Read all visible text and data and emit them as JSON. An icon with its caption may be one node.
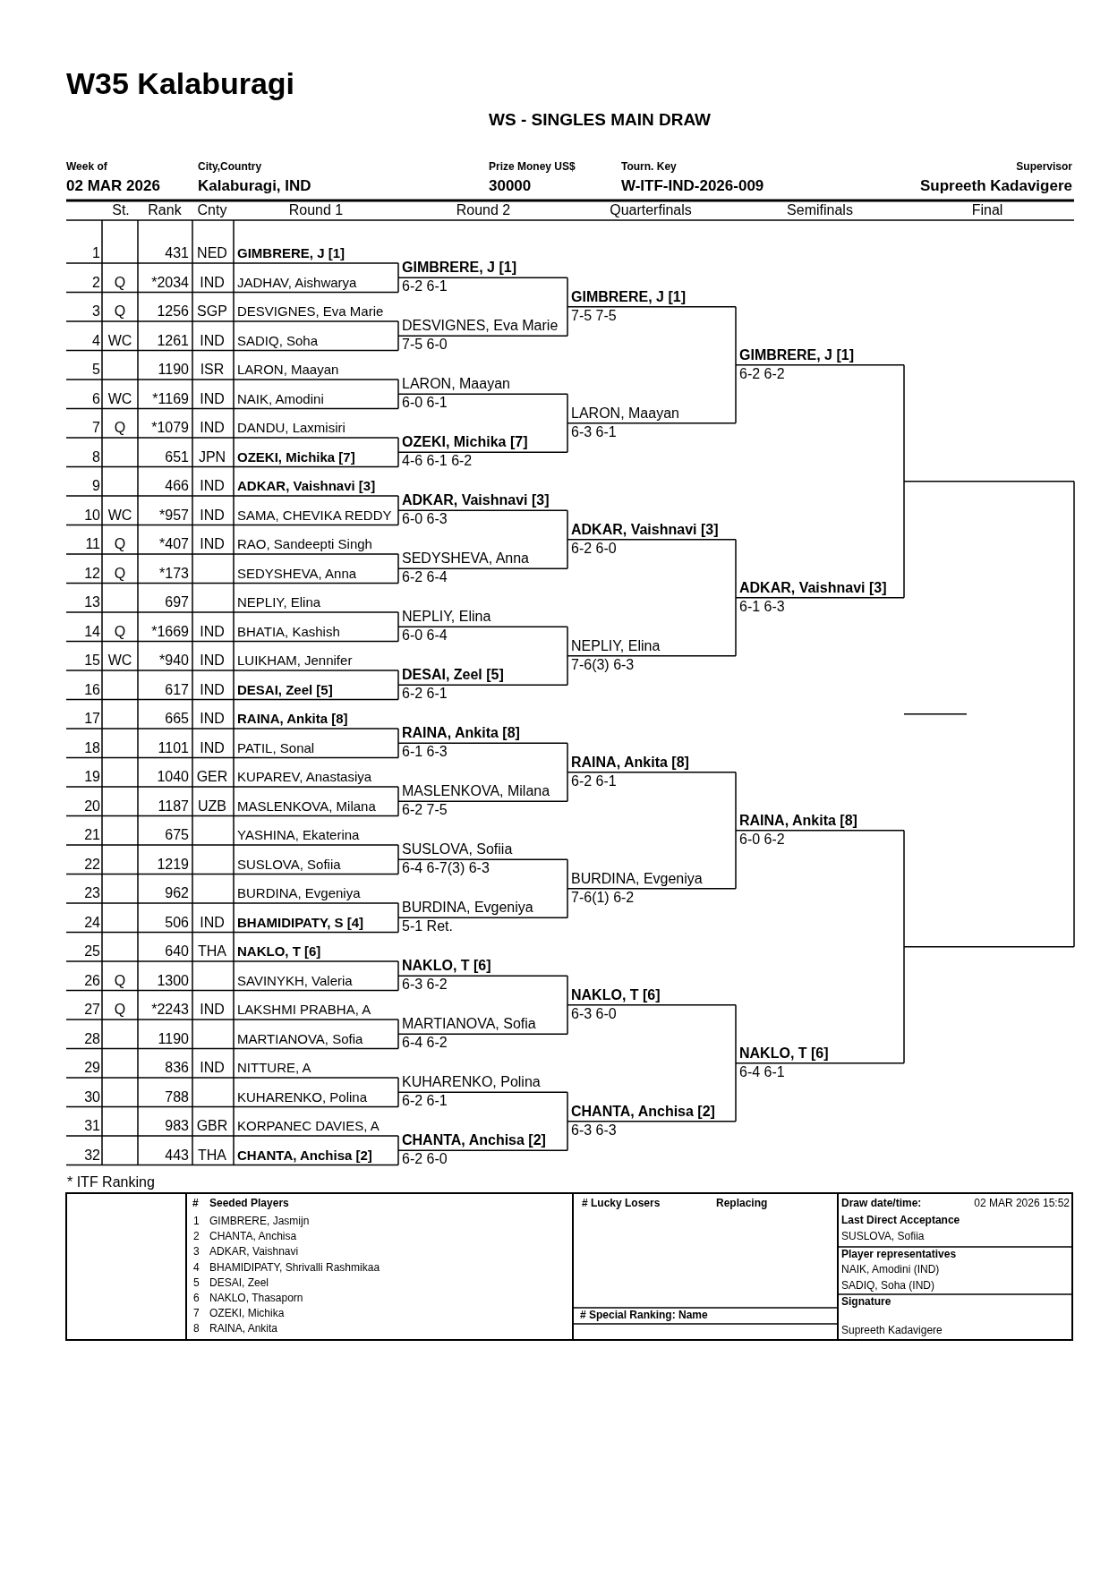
{
  "diagram": {
    "title": "W35 Kalaburagi",
    "labels": [
      "WS - SINGLES MAIN DRAW",
      "Week of",
      "City,Country",
      "Prize Money US$",
      "Tourn. Key",
      "Supervisor",
      "02 MAR 2026",
      "Kalaburagi, IND",
      "30000",
      "W-ITF-IND-2026-009",
      "Supreeth Kadavigere",
      "St.",
      "Rank",
      "Cnty",
      "Round 1",
      "Round 2",
      "Quarterfinals",
      "Semifinals",
      "Final",
      "1",
      "431",
      "NED",
      "GIMBRERE, J [1]",
      "2",
      "Q",
      "*2034",
      "IND",
      "JADHAV, Aishwarya",
      "3",
      "Q",
      "1256",
      "SGP",
      "DESVIGNES, Eva Marie",
      "4",
      "WC",
      "1261",
      "IND",
      "SADIQ, Soha",
      "5",
      "1190",
      "ISR",
      "LARON, Maayan",
      "6",
      "WC",
      "*1169",
      "IND",
      "NAIK, Amodini",
      "7",
      "Q",
      "*1079",
      "IND",
      "DANDU, Laxmisiri",
      "8",
      "651",
      "JPN",
      "OZEKI, Michika [7]",
      "9",
      "466",
      "IND",
      "ADKAR, Vaishnavi [3]",
      "10",
      "WC",
      "*957",
      "IND",
      "SAMA, CHEVIKA REDDY",
      "11",
      "Q",
      "*407",
      "IND",
      "RAO, Sandeepti Singh",
      "12",
      "Q",
      "*173",
      "SEDYSHEVA, Anna",
      "13",
      "697",
      "NEPLIY, Elina",
      "14",
      "Q",
      "*1669",
      "IND",
      "BHATIA, Kashish",
      "15",
      "WC",
      "*940",
      "IND",
      "LUIKHAM, Jennifer",
      "16",
      "617",
      "IND",
      "DESAI, Zeel [5]",
      "17",
      "665",
      "IND",
      "RAINA, Ankita [8]",
      "18",
      "1101",
      "IND",
      "PATIL, Sonal",
      "19",
      "1040",
      "GER",
      "KUPAREV, Anastasiya",
      "20",
      "1187",
      "UZB",
      "MASLENKOVA, Milana",
      "21",
      "675",
      "YASHINA, Ekaterina",
      "22",
      "1219",
      "SUSLOVA, Sofiia",
      "23",
      "962",
      "BURDINA, Evgeniya",
      "24",
      "506",
      "IND",
      "BHAMIDIPATY, S [4]",
      "25",
      "640",
      "THA",
      "NAKLO, T [6]",
      "26",
      "Q",
      "1300",
      "SAVINYKH, Valeria",
      "27",
      "Q",
      "*2243",
      "IND",
      "LAKSHMI PRABHA, A",
      "28",
      "1190",
      "MARTIANOVA, Sofia",
      "29",
      "836",
      "IND",
      "NITTURE, A",
      "30",
      "788",
      "KUHARENKO, Polina",
      "31",
      "983",
      "GBR",
      "KORPANEC DAVIES, A",
      "32",
      "443",
      "THA",
      "CHANTA, Anchisa [2]",
      "GIMBRERE, J [1]",
      "6-2 6-1",
      "DESVIGNES, Eva Marie",
      "7-5 6-0",
      "LARON, Maayan",
      "6-0 6-1",
      "OZEKI, Michika [7]",
      "4-6 6-1 6-2",
      "ADKAR, Vaishnavi [3]",
      "6-0 6-3",
      "SEDYSHEVA, Anna",
      "6-2 6-4",
      "NEPLIY, Elina",
      "6-0 6-4",
      "DESAI, Zeel [5]",
      "6-2 6-1",
      "RAINA, Ankita [8]",
      "6-1 6-3",
      "MASLENKOVA, Milana",
      "6-2 7-5",
      "SUSLOVA, Sofiia",
      "6-4 6-7(3) 6-3",
      "BURDINA, Evgeniya",
      "5-1 Ret.",
      "NAKLO, T [6]",
      "6-3 6-2",
      "MARTIANOVA, Sofia",
      "6-4 6-2",
      "KUHARENKO, Polina",
      "6-2 6-1",
      "CHANTA, Anchisa [2]",
      "6-2 6-0",
      "GIMBRERE, J [1]",
      "7-5 7-5",
      "LARON, Maayan",
      "6-3 6-1",
      "ADKAR, Vaishnavi [3]",
      "6-2 6-0",
      "NEPLIY, Elina",
      "7-6(3) 6-3",
      "RAINA, Ankita [8]",
      "6-2 6-1",
      "BURDINA, Evgeniya",
      "7-6(1) 6-2",
      "NAKLO, T [6]",
      "6-3 6-0",
      "CHANTA, Anchisa [2]",
      "6-3 6-3",
      "GIMBRERE, J [1]",
      "6-2 6-2",
      "ADKAR, Vaishnavi [3]",
      "6-1 6-3",
      "RAINA, Ankita [8]",
      "6-0 6-2",
      "NAKLO, T [6]",
      "6-4 6-1",
      "* ITF Ranking",
      "#",
      "Seeded Players",
      "1",
      "GIMBRERE, Jasmijn",
      "2",
      "CHANTA, Anchisa",
      "3",
      "ADKAR, Vaishnavi",
      "4",
      "BHAMIDIPATY, Shrivalli Rashmikaa",
      "5",
      "DESAI, Zeel",
      "6",
      "NAKLO, Thasaporn",
      "7",
      "OZEKI, Michika",
      "8",
      "RAINA, Ankita",
      "# Lucky Losers",
      "Replacing",
      "# Special Ranking: Name",
      "Draw date/time:",
      "02 MAR 2026 15:52",
      "Last Direct Acceptance",
      "SUSLOVA, Sofiia",
      "Player representatives",
      "NAIK, Amodini (IND)",
      "SADIQ, Soha (IND)",
      "Signature",
      "Supreeth Kadavigere"
    ]
  }
}
